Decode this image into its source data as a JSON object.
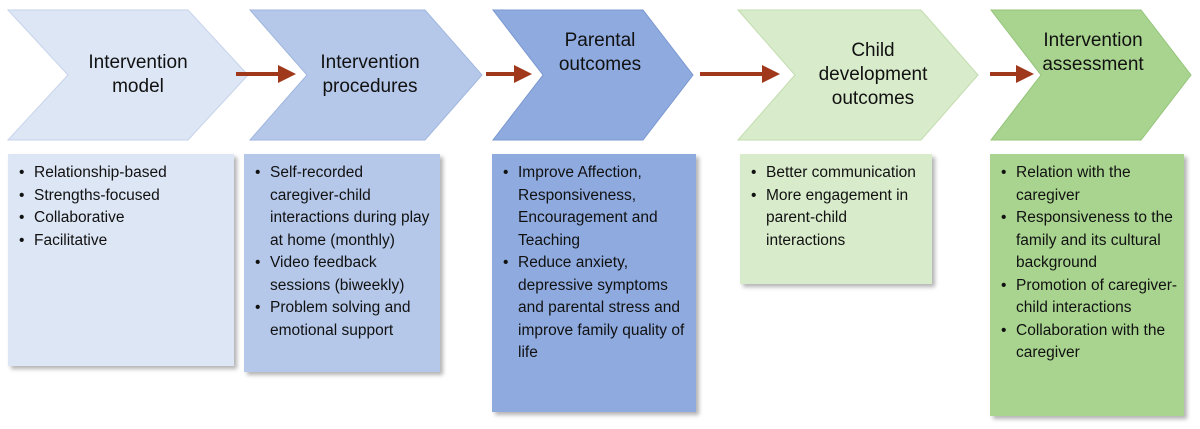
{
  "colors": {
    "blue_1": "#dde6f5",
    "blue_2": "#b5c8ea",
    "blue_3": "#8eaadf",
    "green_1": "#d8ebcb",
    "green_2": "#a8d48f",
    "arrow": "#a0391b"
  },
  "stages": [
    {
      "title": "Intervention\nmodel",
      "items": [
        "Relationship-based",
        "Strengths-focused",
        "Collaborative",
        "Facilitative"
      ]
    },
    {
      "title": "Intervention\nprocedures",
      "items": [
        "Self-recorded caregiver-child interactions during play at home (monthly)",
        "Video feedback sessions (biweekly)",
        "Problem solving and emotional support"
      ]
    },
    {
      "title": "Parental\noutcomes",
      "items": [
        "Improve Affection, Responsiveness, Encouragement and Teaching",
        "Reduce anxiety, depressive symptoms and parental stress and improve family quality of life"
      ]
    },
    {
      "title": "Child\ndevelopment\noutcomes",
      "items": [
        "Better communication",
        "More engagement in parent-child interactions"
      ]
    },
    {
      "title": "Intervention\nassessment",
      "items": [
        "Relation with the caregiver",
        "Responsiveness to the family and its cultural background",
        "Promotion of caregiver-child interactions",
        "Collaboration with the caregiver"
      ]
    }
  ]
}
